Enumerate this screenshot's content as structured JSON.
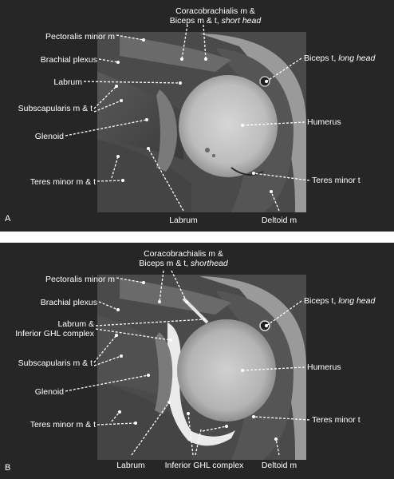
{
  "panelA": {
    "letter": "A",
    "labels": {
      "coraco_line1": "Coracobrachialis m &",
      "coraco_line2_plain": "Biceps m & t, ",
      "coraco_line2_italic": "short head",
      "pectoralis": "Pectoralis minor m",
      "brachial": "Brachial plexus",
      "labrum_left": "Labrum",
      "subscapularis": "Subscapularis m & t",
      "glenoid": "Glenoid",
      "teres_minor_mt": "Teres minor m & t",
      "biceps_plain": "Biceps t, ",
      "biceps_italic": "long head",
      "humerus": "Humerus",
      "teres_minor_t": "Teres minor t",
      "labrum_bottom": "Labrum",
      "deltoid": "Deltoid m"
    }
  },
  "panelB": {
    "letter": "B",
    "labels": {
      "coraco_line1": "Coracobrachialis  m &",
      "coraco_line2_plain": "Biceps m & t, ",
      "coraco_line2_italic": "shorthead",
      "pectoralis": "Pectoralis minor m",
      "brachial": "Brachial plexus",
      "labrum_line1": "Labrum &",
      "labrum_line2": "Inferior GHL complex",
      "subscapularis": "Subscapularis m & t",
      "glenoid": "Glenoid",
      "teres_minor_mt": "Teres minor m & t",
      "biceps_plain": "Biceps t, ",
      "biceps_italic": "long head",
      "humerus": "Humerus",
      "teres_minor_t": "Teres minor t",
      "labrum_bottom": "Labrum",
      "ighl_bottom": "Inferior GHL complex",
      "deltoid": "Deltoid m"
    }
  },
  "colors": {
    "background": "#262626",
    "label": "#ffffff",
    "leader": "#ffffff"
  }
}
